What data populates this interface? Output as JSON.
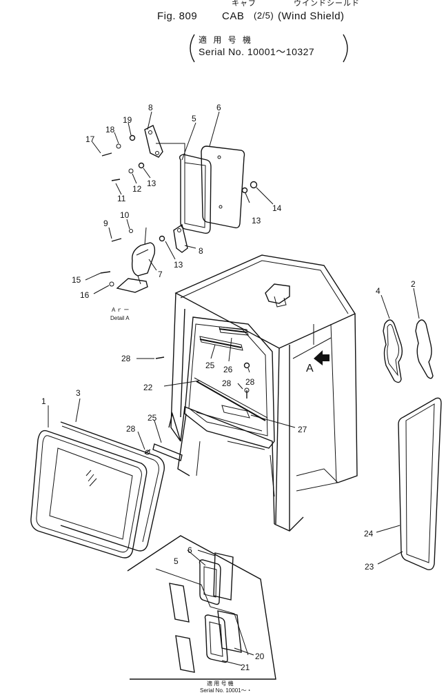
{
  "header": {
    "kana_cab": "キャブ",
    "kana_shield": "ウインドシールド",
    "title_fig": "Fig. 809",
    "title_cab": "CAB",
    "title_frac": "(2/5)",
    "title_shield": "(Wind Shield)",
    "applicable_jp": "適 用 号 機",
    "serial": "Serial No. 10001～10327"
  },
  "detail": {
    "label_a": "A ｒ ー",
    "label_detail": "Detail A"
  },
  "arrow_label": "A",
  "inset_footer": {
    "jp": "適 用 号 機",
    "serial": "Serial No. 10001～・"
  },
  "callouts": [
    "1",
    "2",
    "3",
    "4",
    "5",
    "6",
    "7",
    "8",
    "9",
    "10",
    "11",
    "12",
    "13",
    "14",
    "15",
    "16",
    "17",
    "18",
    "19",
    "20",
    "21",
    "22",
    "23",
    "24",
    "25",
    "26",
    "27",
    "28"
  ]
}
